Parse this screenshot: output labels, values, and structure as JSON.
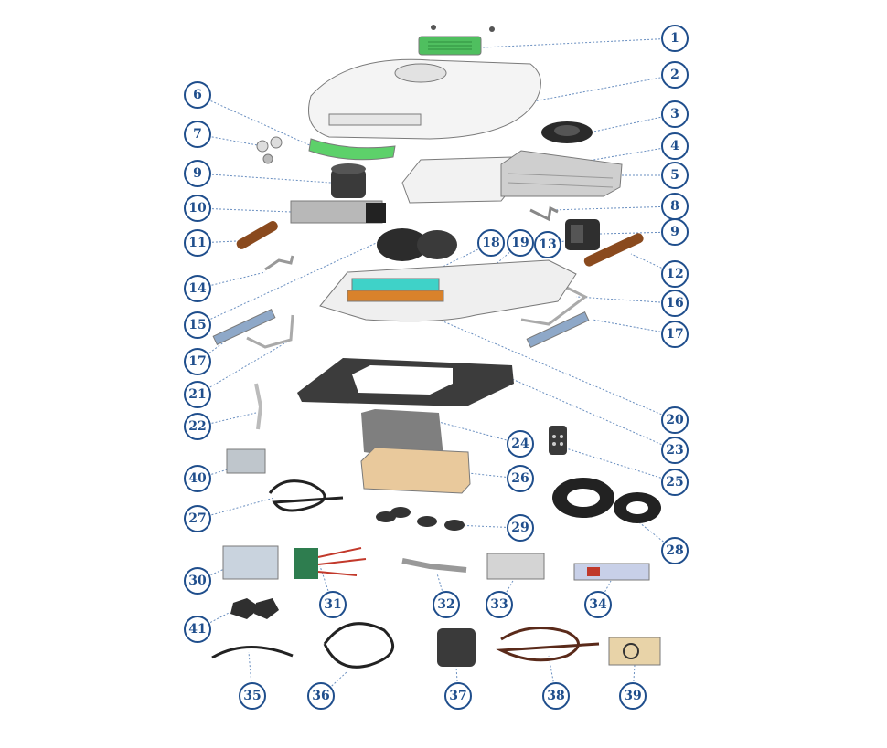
{
  "callouts": [
    "1",
    "2",
    "3",
    "4",
    "5",
    "6",
    "7",
    "8",
    "9",
    "10",
    "11",
    "12",
    "13",
    "14",
    "15",
    "16",
    "17",
    "18",
    "19",
    "20",
    "21",
    "22",
    "23",
    "24",
    "25",
    "26",
    "27",
    "28",
    "29",
    "30",
    "31",
    "32",
    "33",
    "34",
    "35",
    "36",
    "37",
    "38",
    "39",
    "40",
    "41"
  ],
  "colors": {
    "callout": "#1f4e8c",
    "leader": "#6a8fc0",
    "accent_green": "#4fbf5f",
    "accent_cyan": "#3fd2c8",
    "accent_orange": "#d9822b",
    "copper": "#8a4a1e"
  }
}
